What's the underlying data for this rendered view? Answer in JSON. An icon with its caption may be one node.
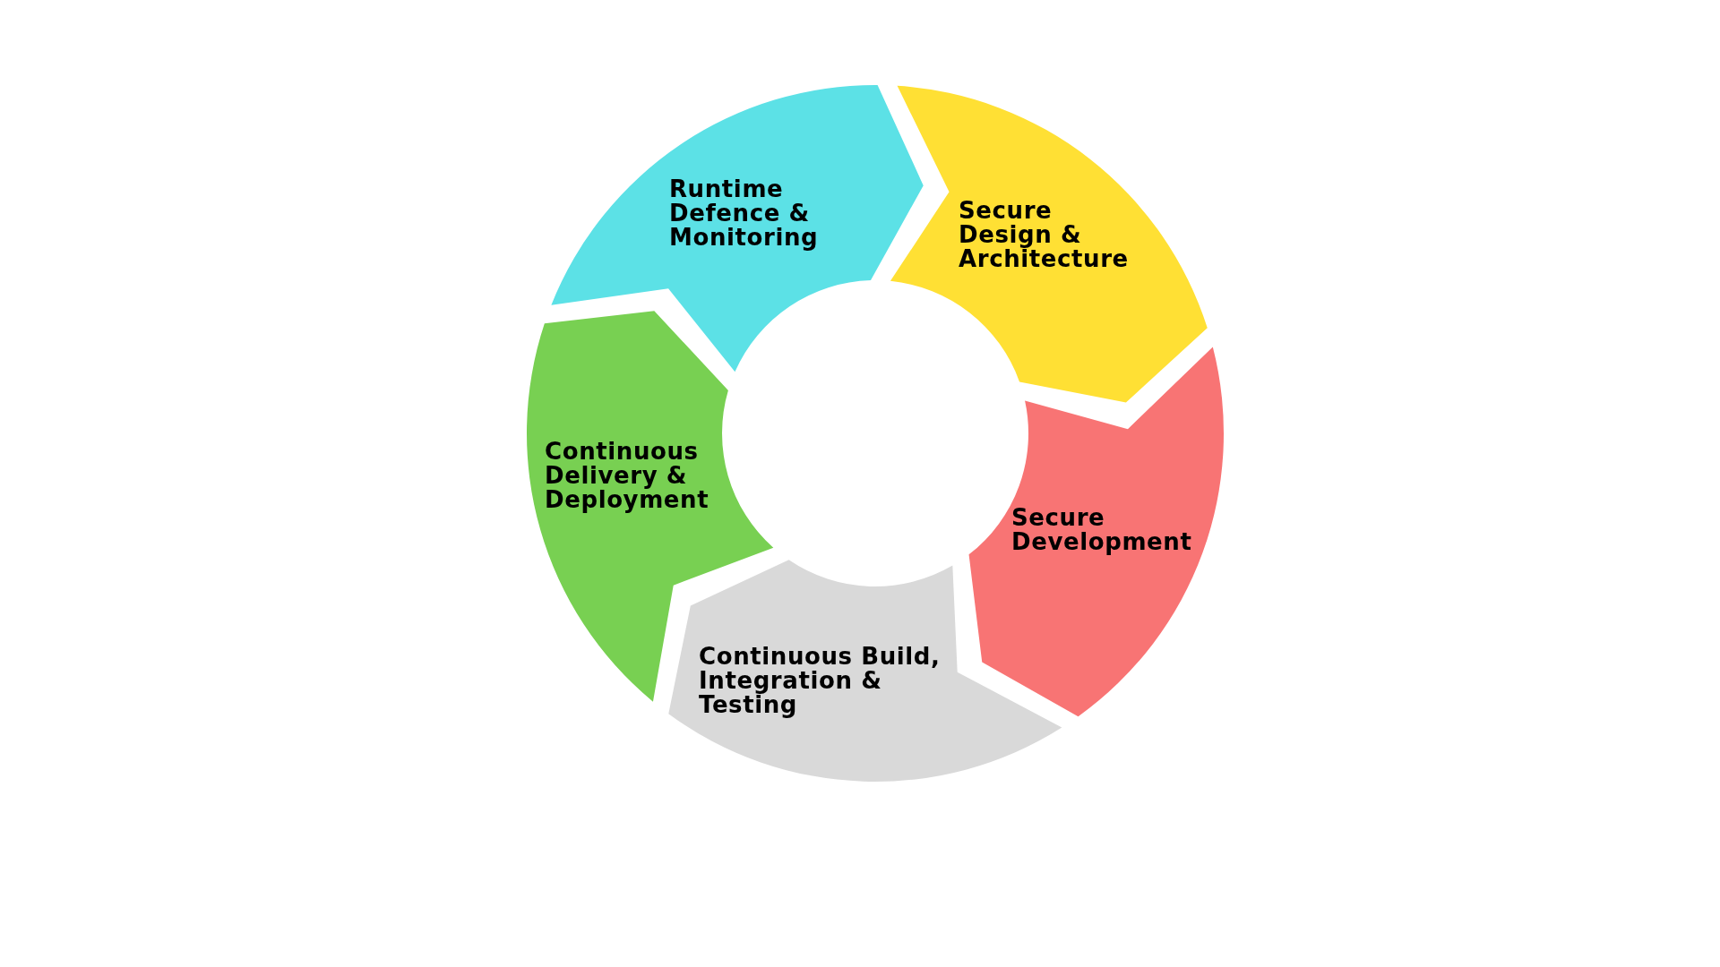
{
  "diagram": {
    "nodes": [
      {
        "text": [
          "Secure Design & Architecture"
        ]
      },
      {
        "text": [
          "Secure Development"
        ]
      },
      {
        "text": [
          "Continuous Build, Integration & Testing"
        ]
      },
      {
        "text": [
          "Continuous Delivery & Deployment"
        ]
      },
      {
        "text": [
          "Runtime Defence & Monitoring"
        ]
      }
    ]
  }
}
